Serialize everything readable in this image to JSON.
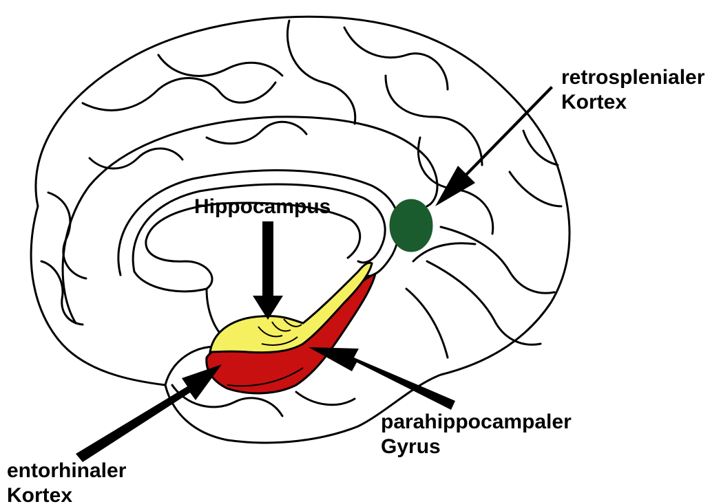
{
  "labels": {
    "retrosplenial": [
      "retrosplenialer",
      "Kortex"
    ],
    "hippocampus": [
      "Hippocampus"
    ],
    "parahippocampal": [
      "parahippocampaler",
      "Gyrus"
    ],
    "entorhinal": [
      "entorhinaler",
      "Kortex"
    ]
  },
  "colors": {
    "outline": "#000000",
    "hippocampus_fill": "#f5f060",
    "parahippocampal_fill": "#c81010",
    "retrosplenial_fill": "#1a5c2e",
    "arrow": "#000000",
    "background": "#ffffff"
  }
}
